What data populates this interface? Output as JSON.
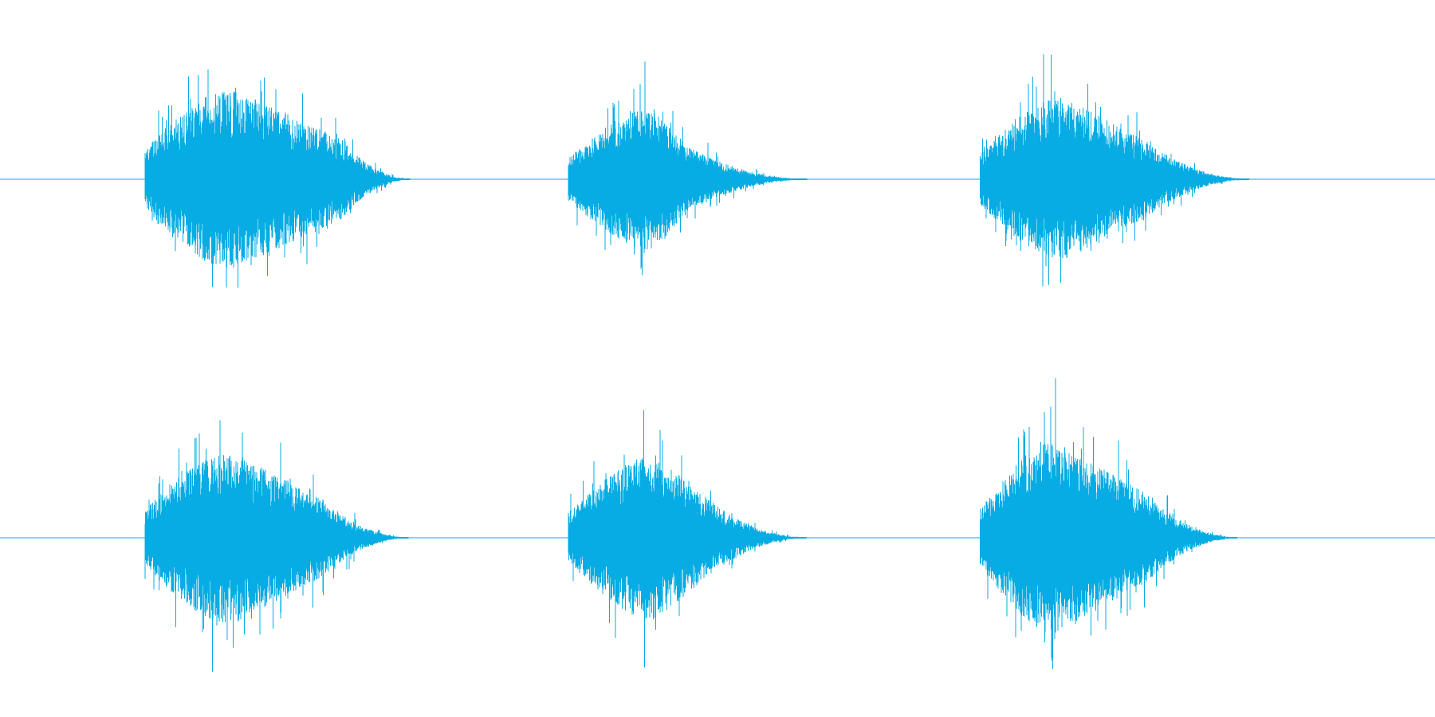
{
  "waveform": {
    "color": "#06ACE3",
    "background": "#FFFFFF",
    "channels": [
      {
        "name": "",
        "bursts": [
          {
            "start": 0.101,
            "attack_end": 0.11,
            "peak": 0.163,
            "decay_mid": 0.238,
            "end": 0.29,
            "peak_amp": 0.5,
            "tail_amp": 0.08
          },
          {
            "start": 0.396,
            "attack_end": 0.408,
            "peak": 0.455,
            "decay_mid": 0.48,
            "end": 0.57,
            "peak_amp": 0.4,
            "tail_amp": 0.05
          },
          {
            "start": 0.683,
            "attack_end": 0.694,
            "peak": 0.742,
            "decay_mid": 0.8,
            "end": 0.877,
            "peak_amp": 0.46,
            "tail_amp": 0.07
          }
        ]
      },
      {
        "name": "",
        "bursts": [
          {
            "start": 0.101,
            "attack_end": 0.11,
            "peak": 0.163,
            "decay_mid": 0.225,
            "end": 0.29,
            "peak_amp": 0.48,
            "tail_amp": 0.08
          },
          {
            "start": 0.396,
            "attack_end": 0.408,
            "peak": 0.457,
            "decay_mid": 0.495,
            "end": 0.568,
            "peak_amp": 0.46,
            "tail_amp": 0.06
          },
          {
            "start": 0.683,
            "attack_end": 0.694,
            "peak": 0.735,
            "decay_mid": 0.8,
            "end": 0.868,
            "peak_amp": 0.54,
            "tail_amp": 0.08
          }
        ]
      }
    ]
  }
}
